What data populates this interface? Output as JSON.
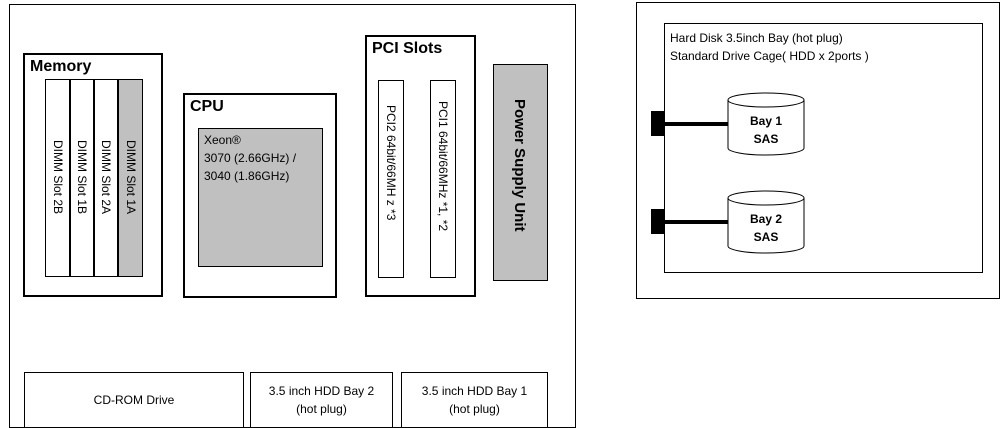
{
  "chassis": {
    "memory": {
      "title": "Memory",
      "slots": [
        "DIMM Slot 2B",
        "DIMM Slot 1B",
        "DIMM Slot 2A",
        "DIMM Slot 1A"
      ]
    },
    "cpu": {
      "title": "CPU",
      "processor_lines": [
        "Xeon®",
        "3070 (2.66GHz) /",
        "3040 (1.86GHz)"
      ]
    },
    "pci": {
      "title": "PCI Slots",
      "slots": [
        "PCI2 64bit/66MH z *3",
        "PCI1 64bit/66MHz *1, *2"
      ]
    },
    "psu": {
      "label": "Power Supply Unit"
    },
    "bays": {
      "cdrom": "CD-ROM Drive",
      "hdd_bay2_lines": [
        "3.5 inch HDD Bay 2",
        "(hot plug)"
      ],
      "hdd_bay1_lines": [
        "3.5 inch HDD Bay 1",
        "(hot plug)"
      ]
    }
  },
  "drive_cage": {
    "header_lines": [
      "Hard Disk 3.5inch Bay (hot plug)",
      "Standard Drive Cage( HDD x 2ports )"
    ],
    "disks": [
      {
        "bay": "Bay 1",
        "type": "SAS"
      },
      {
        "bay": "Bay 2",
        "type": "SAS"
      }
    ]
  }
}
